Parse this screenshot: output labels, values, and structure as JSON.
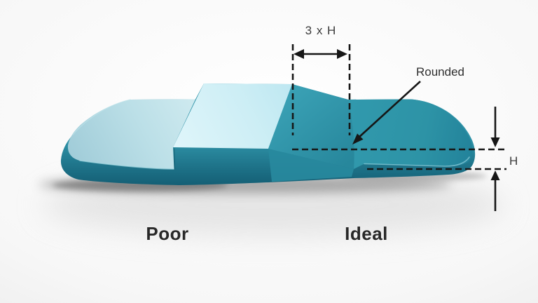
{
  "diagram": {
    "labels": {
      "dimension_3xh": "3 x H",
      "rounded": "Rounded",
      "height": "H",
      "poor": "Poor",
      "ideal": "Ideal"
    },
    "colors": {
      "annotation": "#161616",
      "plateau_top_light_cyan": "#cdeef5",
      "left_top_light_blue": "#b7dde6",
      "right_top_teal": "#2d93a6",
      "front_face_dark_teal": "#1b6e84",
      "background_gray": "#efefef"
    }
  }
}
